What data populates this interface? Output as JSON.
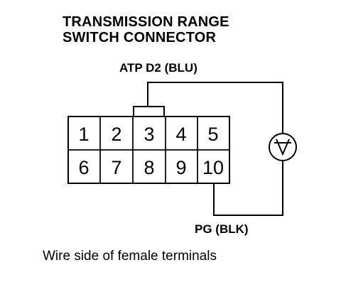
{
  "title": {
    "line1": "TRANSMISSION RANGE",
    "line2": "SWITCH CONNECTOR"
  },
  "wires": {
    "top_label": "ATP D2 (BLU)",
    "bottom_label": "PG (BLK)"
  },
  "connector": {
    "row1": [
      "1",
      "2",
      "3",
      "4",
      "5"
    ],
    "row2": [
      "6",
      "7",
      "8",
      "9",
      "10"
    ]
  },
  "meter": {
    "symbol": "V",
    "icon": "voltmeter-icon"
  },
  "caption": "Wire side of female terminals"
}
